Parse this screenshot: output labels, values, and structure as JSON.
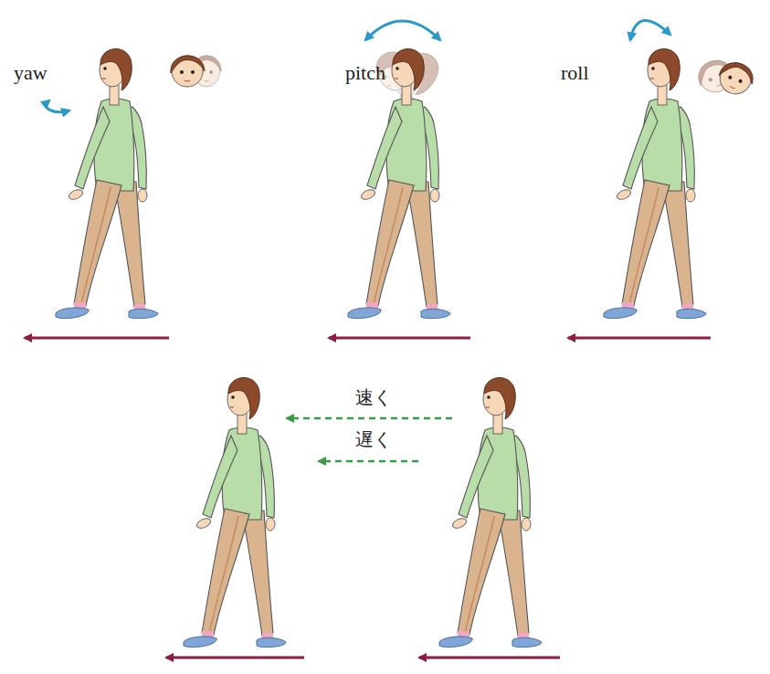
{
  "diagram": {
    "labels": [
      "yaw",
      "pitch",
      "roll",
      "速く",
      "遅く"
    ]
  }
}
